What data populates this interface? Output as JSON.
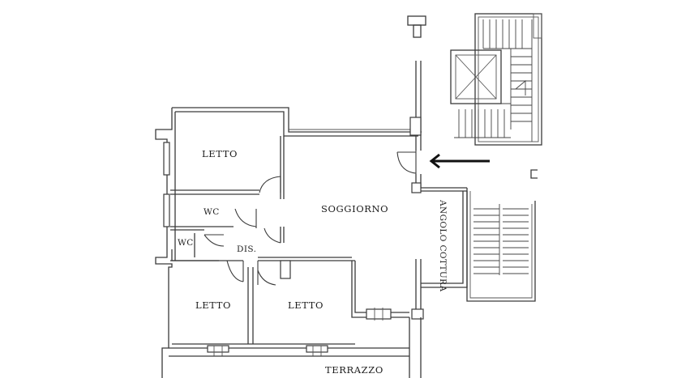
{
  "rooms": {
    "letto_top": "LETTO",
    "wc_upper": "WC",
    "wc_lower": "WC",
    "dis": "DIS.",
    "soggiorno": "SOGGIORNO",
    "angolo_cottura": "ANGOLO COTTURA",
    "letto_bottom_left": "LETTO",
    "letto_bottom_right": "LETTO",
    "terrazzo": "TERRAZZO"
  },
  "markers": {
    "entrance_arrow": "arrow-left-icon"
  }
}
